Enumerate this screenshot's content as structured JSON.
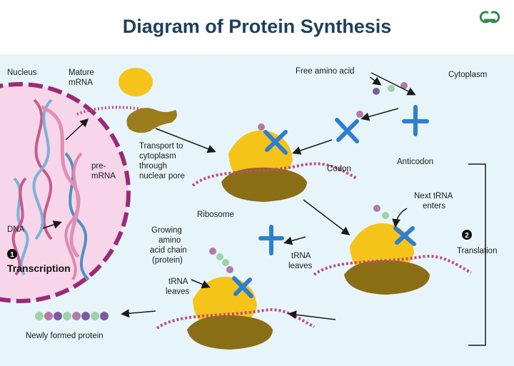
{
  "title": "Diagram of Protein Synthesis",
  "labels": {
    "nucleus": "Nucleus",
    "mature_mrna": [
      "Mature",
      "mRNA"
    ],
    "free_amino_acid": "Free amino acid",
    "cytoplasm": "Cytoplasm",
    "transport": [
      "Transport to",
      "cytoplasm",
      "through",
      "nuclear pore"
    ],
    "pre_mrna": [
      "pre-",
      "mRNA"
    ],
    "codon": "Codon",
    "anticodon": "Anticodon",
    "dna": "DNA",
    "ribosome": "Ribosome",
    "next_trna": [
      "Next tRNA",
      "enters"
    ],
    "growing_chain": [
      "Growing",
      "amino",
      "acid chain",
      "(protein)"
    ],
    "trna_leaves_mid": [
      "tRNA",
      "leaves"
    ],
    "trna_leaves_low": [
      "tRNA",
      "leaves"
    ],
    "translation": "Translation",
    "translation_step": "2",
    "transcription": "Transcription",
    "transcription_step": "1",
    "newly_formed_protein": "Newly formed protein"
  },
  "colors": {
    "title": "#1d3f5e",
    "background": "#e7f5fa",
    "nucleus_fill": "#f7d6ea",
    "nucleus_border": "#9b2a76",
    "ribosome_large": "#f4c419",
    "ribosome_small": "#8a6e16",
    "mrna": "#c24a78",
    "trna": "#2f7fcf",
    "logo": "#2f8d46"
  },
  "icons": [
    "gfg-logo-icon"
  ]
}
